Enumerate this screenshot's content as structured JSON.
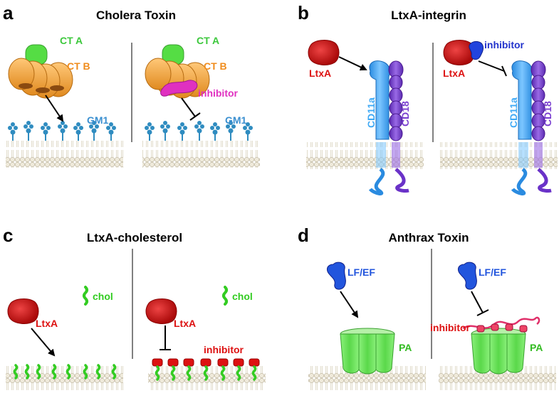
{
  "panels": {
    "a": {
      "letter": "a",
      "title": "Cholera Toxin",
      "left": {
        "cta": "CT A",
        "ctb": "CT B",
        "receptor": "GM1"
      },
      "right": {
        "cta": "CT A",
        "ctb": "CT B",
        "inhibitor": "inhibitor",
        "receptor": "GM1"
      }
    },
    "b": {
      "letter": "b",
      "title": "LtxA-integrin",
      "left": {
        "toxin": "LtxA",
        "cd11a": "CD11a",
        "cd18": "CD18"
      },
      "right": {
        "inhibitor": "inhibitor",
        "toxin": "LtxA",
        "cd11a": "CD11a",
        "cd18": "CD18"
      }
    },
    "c": {
      "letter": "c",
      "title": "LtxA-cholesterol",
      "left": {
        "toxin": "LtxA",
        "chol": "chol"
      },
      "right": {
        "toxin": "LtxA",
        "chol": "chol",
        "inhibitor": "inhibitor"
      }
    },
    "d": {
      "letter": "d",
      "title": "Anthrax Toxin",
      "left": {
        "lfef": "LF/EF",
        "pa": "PA"
      },
      "right": {
        "lfef": "LF/EF",
        "inhibitor": "inhibitor",
        "pa": "PA"
      }
    }
  },
  "colors": {
    "cta": "#4cd64c",
    "ctb": "#f0a030",
    "receptor": "#3a8fd0",
    "inhibitor_magenta": "#e030c0",
    "ltxa": "#cc1111",
    "inhibitor_blue": "#2233cc",
    "cd11a": "#3fa9f5",
    "cd18": "#7a3fd0",
    "chol": "#33cc22",
    "pa": "#66dd55",
    "lfef": "#2255dd",
    "membrane": "#efeadb"
  }
}
